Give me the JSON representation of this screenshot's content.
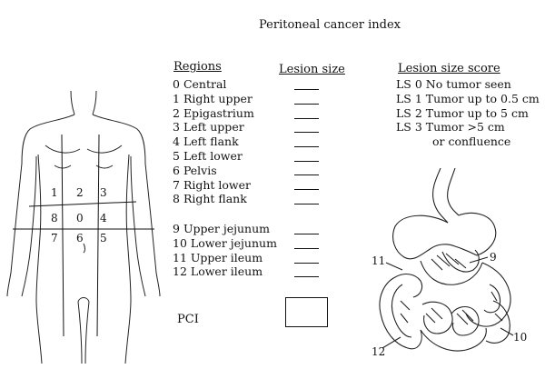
{
  "title": "Peritoneal cancer index",
  "headers": {
    "regions": "Regions",
    "lesion_size": "Lesion size",
    "lesion_size_score": "Lesion size score"
  },
  "regions": [
    {
      "num": "0",
      "name": "Central"
    },
    {
      "num": "1",
      "name": "Right upper"
    },
    {
      "num": "2",
      "name": "Epigastrium"
    },
    {
      "num": "3",
      "name": "Left upper"
    },
    {
      "num": "4",
      "name": "Left flank"
    },
    {
      "num": "5",
      "name": "Left lower"
    },
    {
      "num": "6",
      "name": "Pelvis"
    },
    {
      "num": "7",
      "name": "Right lower"
    },
    {
      "num": "8",
      "name": "Right flank"
    }
  ],
  "small_bowel_regions": [
    {
      "num": "9",
      "name": "Upper jejunum"
    },
    {
      "num": "10",
      "name": "Lower jejunum"
    },
    {
      "num": "11",
      "name": "Upper ileum"
    },
    {
      "num": "12",
      "name": "Lower ileum"
    }
  ],
  "scores": [
    "LS 0 No tumor seen",
    "LS 1 Tumor up to 0.5 cm",
    "LS 2 Tumor up to 5 cm",
    "LS 3 Tumor >5 cm",
    "or confluence"
  ],
  "pci_label": "PCI",
  "body_grid_numbers": [
    "1",
    "2",
    "3",
    "8",
    "0",
    "4",
    "7",
    "6",
    "5"
  ],
  "bowel_labels": [
    "11",
    "9",
    "12",
    "10"
  ]
}
